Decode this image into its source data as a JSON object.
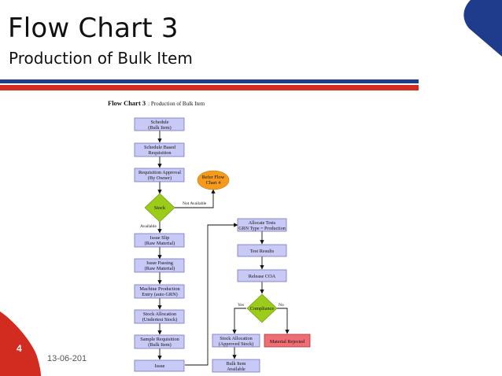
{
  "slide": {
    "title": "Flow Chart 3",
    "subtitle": "Production of Bulk Item",
    "page_number": "4",
    "date": "13-06-201"
  },
  "colors": {
    "process_fill": "#c9c9f6",
    "process_stroke": "#7474c0",
    "decision_fill": "#9ccc1a",
    "terminal_fill": "#f59a1b",
    "rejected_fill": "#f06d74",
    "stripe_blue": "#1f3b8c",
    "stripe_red": "#d22b1f"
  },
  "diagram": {
    "heading_bold": "Flow Chart 3",
    "heading_rest": ": Production of Bulk Item",
    "nodes": {
      "schedule": [
        "Schedule",
        "(Bulk Item)"
      ],
      "schedule_based": [
        "Schedule Based",
        "Requisition"
      ],
      "req_approval": [
        "Requisition Approval",
        "(By Owner)"
      ],
      "stock": [
        "Stock"
      ],
      "refer": [
        "Refer Flow",
        "Chart 4"
      ],
      "issue_slip": [
        "Issue Slip",
        "(Raw Material)"
      ],
      "issue_passing": [
        "Issue Passing",
        "(Raw Material)"
      ],
      "machine": [
        "Machine Production",
        "Entry (auto GRN)"
      ],
      "stock_alloc_undertest": [
        "Stock Allocation",
        "(Undertest Stock)"
      ],
      "sample_req": [
        "Sample Requisition",
        "(Bulk Item)"
      ],
      "issue": [
        "Issue"
      ],
      "allocate_tests": [
        "Allocate Tests",
        "GRN Type = Production"
      ],
      "test_results": [
        "Test Results"
      ],
      "release_coa": [
        "Release COA"
      ],
      "compliance": [
        "Compliance"
      ],
      "stock_alloc_approved": [
        "Stock Allocation",
        "(Approved Stock)"
      ],
      "material_rejected": [
        "Material Rejected"
      ],
      "bulk_available": [
        "Bulk Item",
        "Available"
      ]
    },
    "edge_labels": {
      "not_available": "Not Available",
      "available": "Available",
      "yes": "Yes",
      "no": "No"
    }
  }
}
